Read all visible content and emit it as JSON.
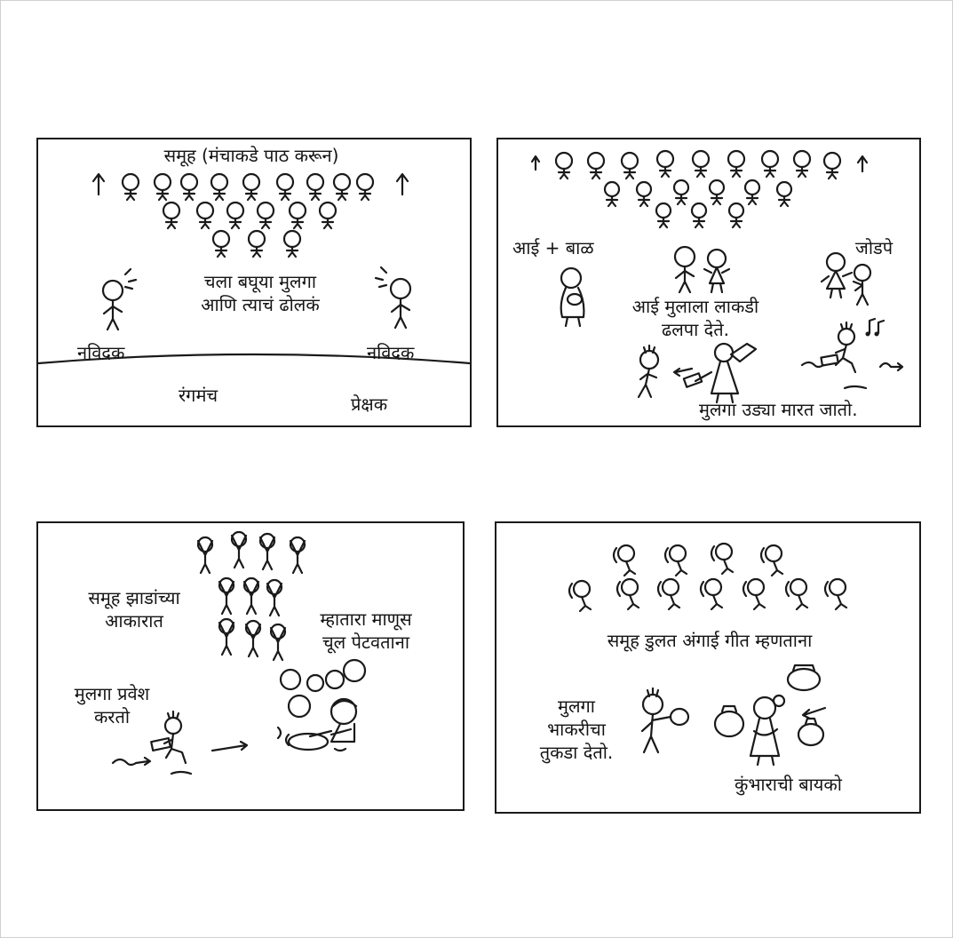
{
  "panels": [
    {
      "texts": {
        "group": "समूह (मंचाकडे पाठ करून)",
        "dialogue_1": "चला बघूया मुलगा",
        "dialogue_2": "आणि त्याचं ढोलकं",
        "narrator_left": "नविदक",
        "narrator_right": "नविदक",
        "stage": "रंगमंच",
        "audience": "प्रेक्षक"
      }
    },
    {
      "texts": {
        "mother_child": "आई + बाळ",
        "couples": "जोडपे",
        "mother_gives_1": "आई मुलाला लाकडी",
        "mother_gives_2": "ढलपा देते.",
        "boy_jumps": "मुलगा उड्या मारत जातो."
      }
    },
    {
      "texts": {
        "trees_1": "समूह झाडांच्या",
        "trees_2": "आकारात",
        "old_man_1": "म्हातारा माणूस",
        "old_man_2": "चूल पेटवताना",
        "boy_enters_1": "मुलगा प्रवेश",
        "boy_enters_2": "करतो"
      }
    },
    {
      "texts": {
        "lullaby": "समूह डुलत अंगाई गीत म्हणताना",
        "boy_gives_1": "मुलगा",
        "boy_gives_2": "भाकरीचा",
        "boy_gives_3": "तुकडा देतो.",
        "potter_wife": "कुंभाराची बायको"
      }
    }
  ]
}
